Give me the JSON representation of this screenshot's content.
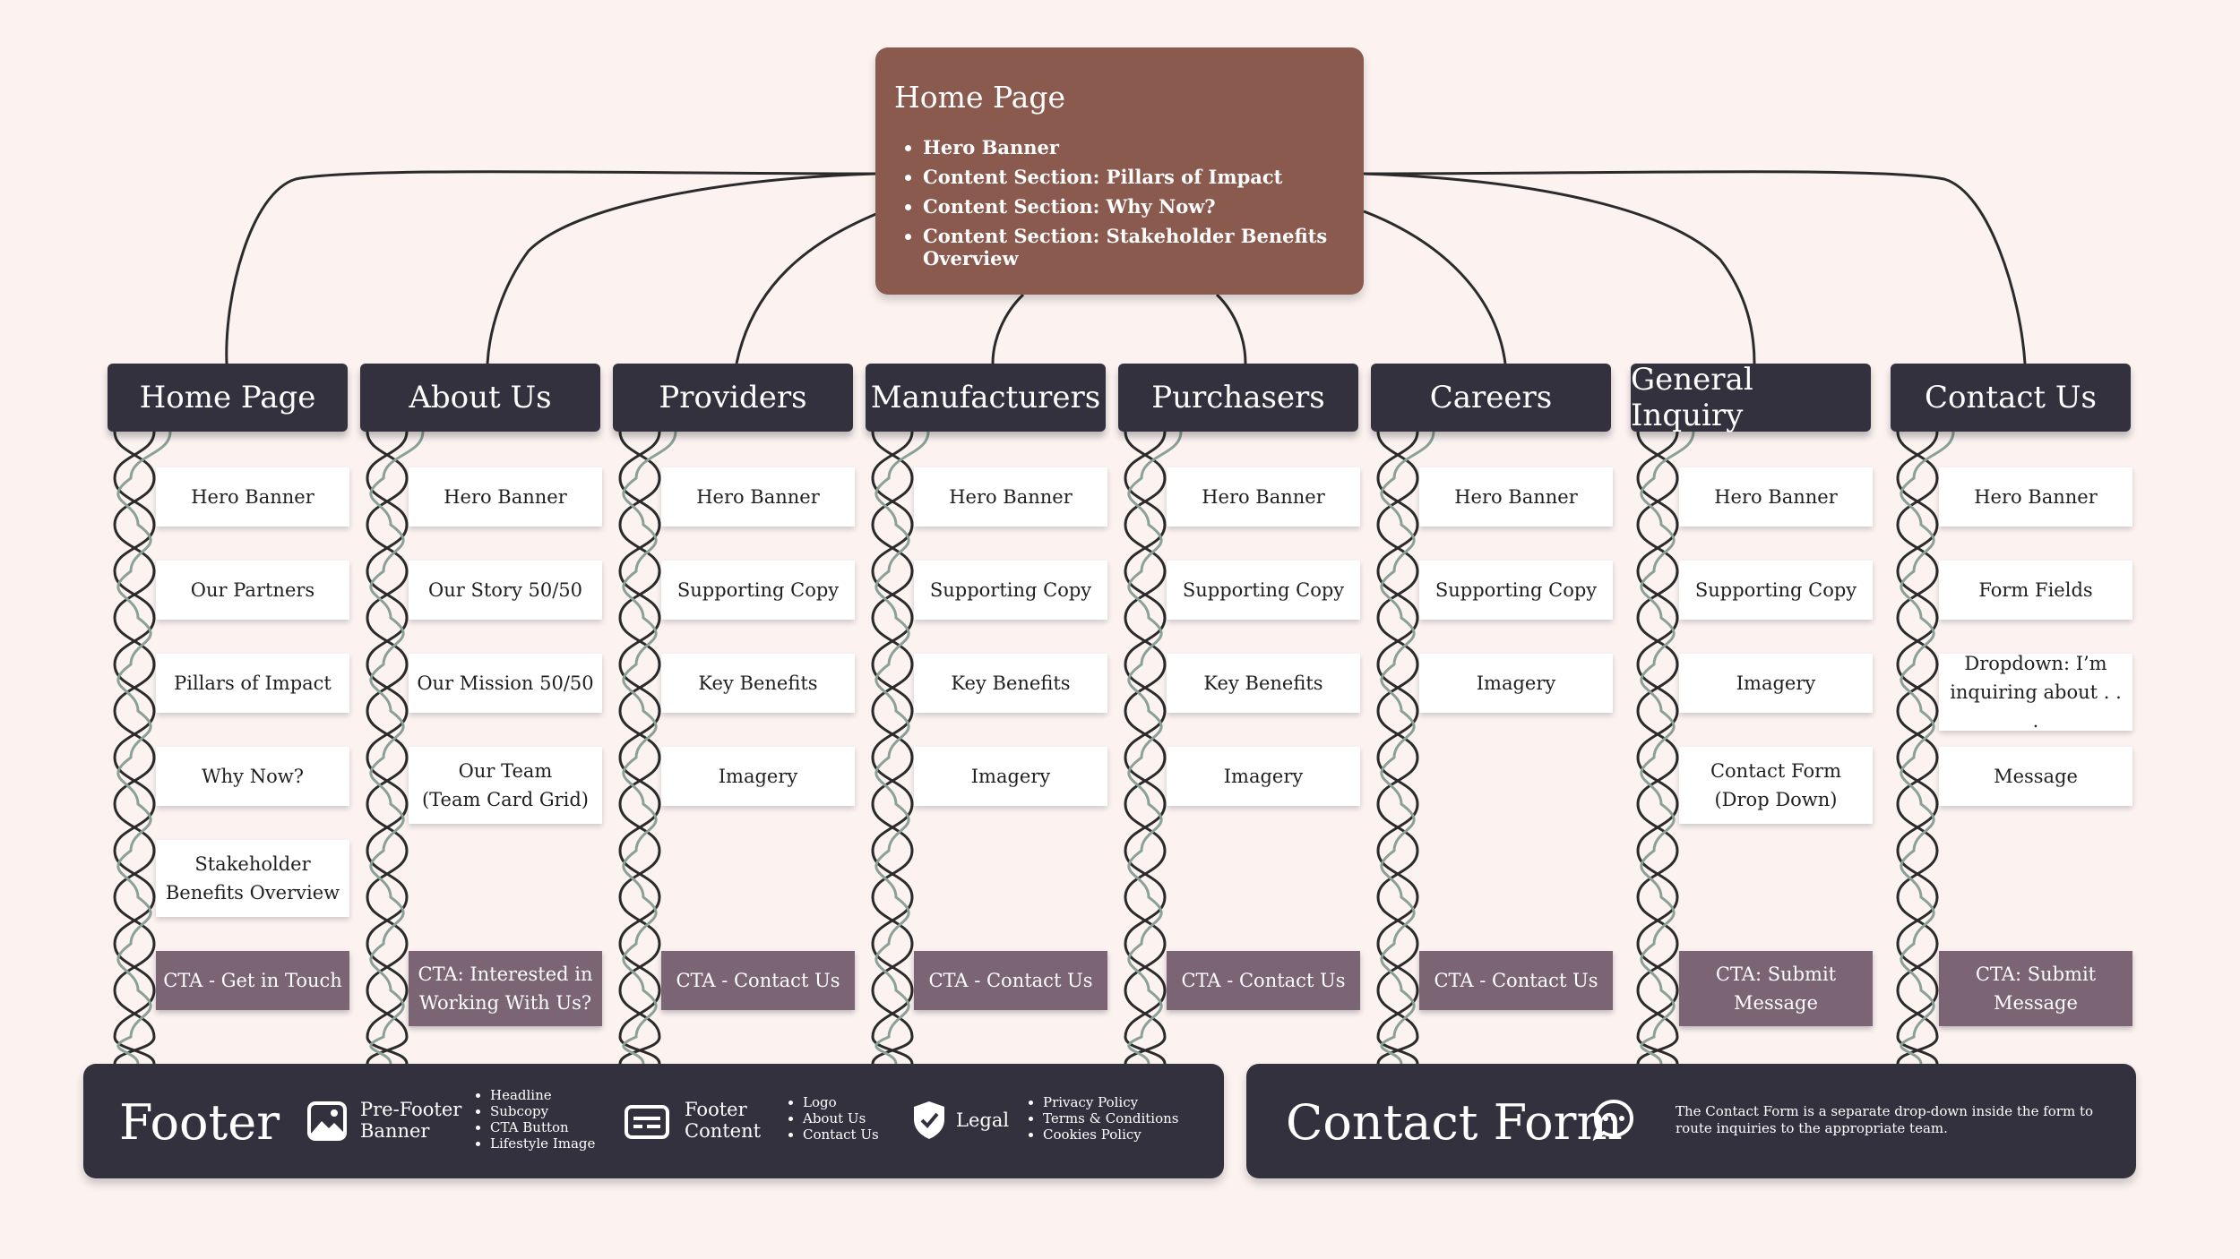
{
  "colors": {
    "background": "#fcf3f1",
    "root": "#8a5a4f",
    "header": "#33313e",
    "cta": "#7b6473",
    "card": "#ffffff",
    "line_dark": "#2b2b2b",
    "line_green": "#8aa197"
  },
  "root": {
    "title": "Home Page",
    "items": [
      "Hero Banner",
      "Content Section: Pillars of Impact",
      "Content Section: Why Now?",
      "Content Section: Stakeholder Benefits Overview"
    ]
  },
  "columns": [
    {
      "title": "Home Page",
      "items": [
        "Hero Banner",
        "Our Partners",
        "Pillars of Impact",
        "Why Now?",
        "Stakeholder\nBenefits Overview"
      ],
      "cta": "CTA - Get in Touch"
    },
    {
      "title": "About Us",
      "items": [
        "Hero Banner",
        "Our Story 50/50",
        "Our Mission 50/50",
        "Our Team\n(Team Card Grid)"
      ],
      "cta": "CTA: Interested in\nWorking With Us?"
    },
    {
      "title": "Providers",
      "items": [
        "Hero Banner",
        "Supporting Copy",
        "Key Benefits",
        "Imagery"
      ],
      "cta": "CTA - Contact Us"
    },
    {
      "title": "Manufacturers",
      "items": [
        "Hero Banner",
        "Supporting Copy",
        "Key Benefits",
        "Imagery"
      ],
      "cta": "CTA - Contact Us"
    },
    {
      "title": "Purchasers",
      "items": [
        "Hero Banner",
        "Supporting Copy",
        "Key Benefits",
        "Imagery"
      ],
      "cta": "CTA - Contact Us"
    },
    {
      "title": "Careers",
      "items": [
        "Hero Banner",
        "Supporting Copy",
        "Imagery"
      ],
      "cta": "CTA - Contact Us"
    },
    {
      "title": "General Inquiry",
      "items": [
        "Hero Banner",
        "Supporting Copy",
        "Imagery",
        "Contact Form\n(Drop Down)"
      ],
      "cta": "CTA: Submit\nMessage"
    },
    {
      "title": "Contact Us",
      "items": [
        "Hero Banner",
        "Form Fields",
        "Dropdown: I’m\ninquiring about . . .",
        "Message"
      ],
      "cta": "CTA: Submit\nMessage"
    }
  ],
  "footer": {
    "title": "Footer",
    "prefooter": {
      "label": "Pre-Footer\nBanner",
      "icon": "image-icon",
      "items": [
        "Headline",
        "Subcopy",
        "CTA Button",
        "Lifestyle Image"
      ]
    },
    "content": {
      "label": "Footer\nContent",
      "icon": "card-icon",
      "items": [
        "Logo",
        "About Us",
        "Contact Us"
      ]
    },
    "legal": {
      "label": "Legal",
      "icon": "shield-check-icon",
      "items": [
        "Privacy Policy",
        "Terms & Conditions",
        "Cookies Policy"
      ]
    }
  },
  "contact_form": {
    "title": "Contact Form",
    "icon": "chat-bubble-icon",
    "description": "The Contact Form is a separate drop-down inside the form to route inquiries to the appropriate team."
  }
}
